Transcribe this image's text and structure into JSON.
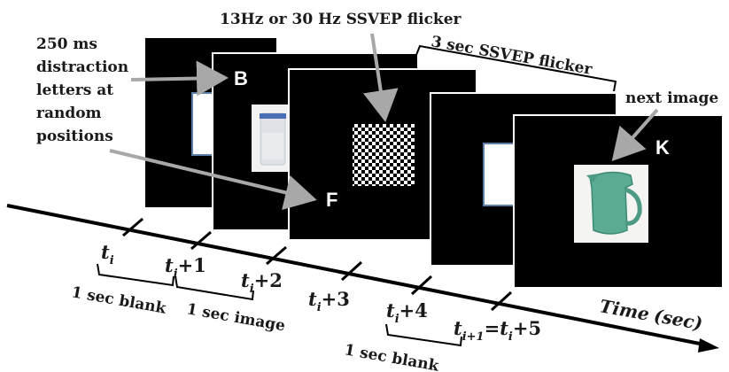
{
  "labels": {
    "flicker_type": "13Hz or 30 Hz SSVEP flicker",
    "distraction_line1": "250 ms",
    "distraction_line2": "distraction",
    "distraction_line3": "letters at",
    "distraction_line4": "random",
    "distraction_line5": "positions",
    "flicker_duration": "3 sec SSVEP flicker",
    "next_image": "next image",
    "time_axis": "Time",
    "time_unit": "(sec)"
  },
  "letters": {
    "frame2": "B",
    "frame3": "F",
    "frame5": "K"
  },
  "ticks": {
    "t0_base": "t",
    "t0_sub": "i",
    "t1_sub": "i",
    "t1_suffix": "+1",
    "t2_sub": "i",
    "t2_suffix": "+2",
    "t3_sub": "i",
    "t3_suffix": "+3",
    "t4_sub": "i",
    "t4_suffix": "+4",
    "t5_lhs_sub": "i+1",
    "t5_eq": "=",
    "t5_rhs_sub": "i",
    "t5_suffix": "+5"
  },
  "intervals": {
    "blank1": "1 sec blank",
    "image1": "1 sec image",
    "blank2": "1 sec blank"
  },
  "colors": {
    "frame": "#000000",
    "frame_border": "#ffffff",
    "arrow": "#a8a8a8",
    "text": "#1a1a1a",
    "placeholder_border": "#5b7fa8",
    "jug_green": "#5aaa94"
  }
}
